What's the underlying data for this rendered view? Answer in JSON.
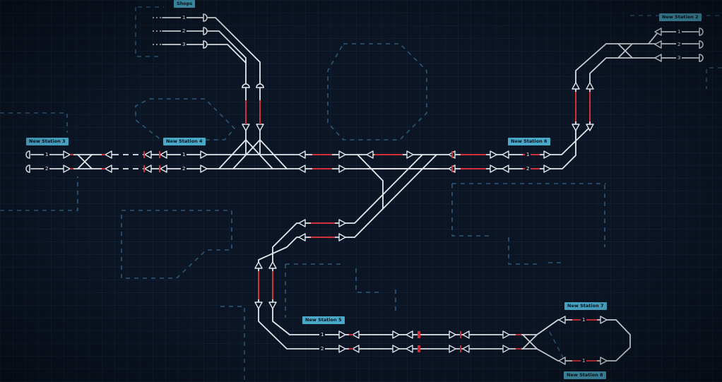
{
  "stations": [
    {
      "id": "shops",
      "label": "Shops",
      "tracks": [
        "1",
        "2",
        "3"
      ]
    },
    {
      "id": "ns2",
      "label": "New Station 2",
      "tracks": [
        "1",
        "2",
        "3"
      ]
    },
    {
      "id": "ns3",
      "label": "New Station 3",
      "tracks": [
        "1",
        "2"
      ]
    },
    {
      "id": "ns4",
      "label": "New Station 4",
      "tracks": [
        "1",
        "2"
      ]
    },
    {
      "id": "ns6",
      "label": "New Station 6",
      "tracks": [
        "1",
        "2"
      ]
    },
    {
      "id": "ns5",
      "label": "New Station 5",
      "tracks": [
        "1",
        "2"
      ]
    },
    {
      "id": "ns7",
      "label": "New Station 7",
      "tracks": [
        "1"
      ]
    },
    {
      "id": "ns8",
      "label": "New Station 8",
      "tracks": [
        "1"
      ]
    }
  ],
  "colors": {
    "background": "#0b1524",
    "track": "#e4e8ee",
    "signal_block": "#d0313a",
    "station_label_bg": "#4aa8c8",
    "zone_outline": "#2d5878"
  }
}
